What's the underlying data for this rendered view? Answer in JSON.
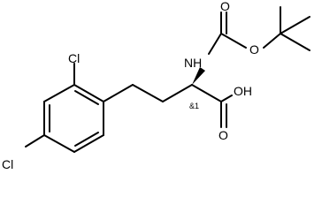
{
  "atoms": {
    "cl_top": "Cl",
    "cl_bottom": "Cl",
    "nh": "NH",
    "o_carbonyl": "O",
    "o_ester": "O",
    "oh": "OH",
    "o_acid": "O"
  },
  "stereo": {
    "label": "&1"
  }
}
